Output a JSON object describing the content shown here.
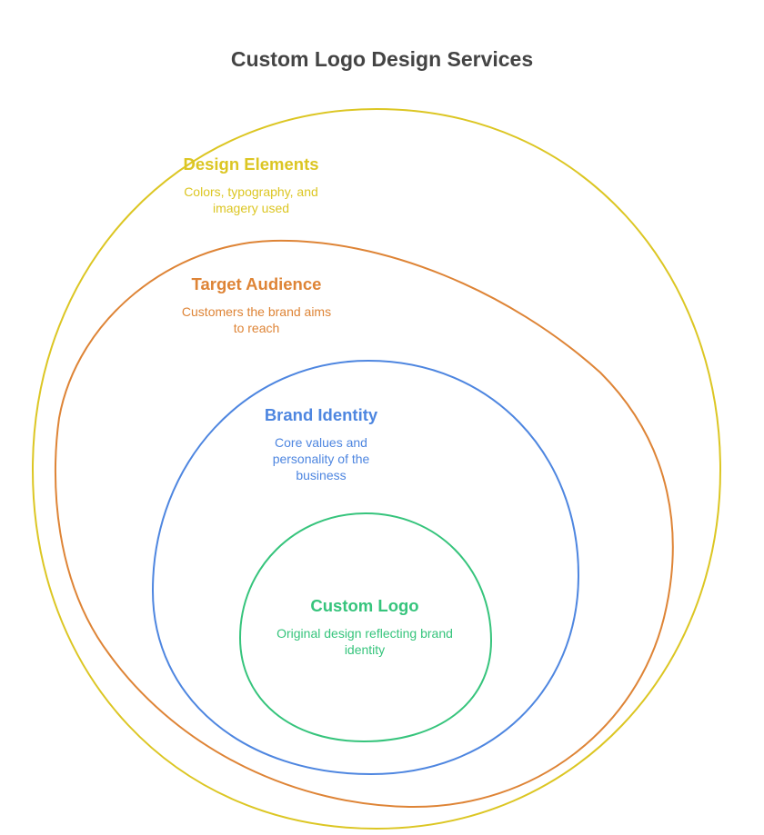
{
  "title": "Custom Logo Design Services",
  "layers": [
    {
      "id": "design-elements",
      "heading": "Design Elements",
      "desc": "Colors, typography, and imagery used",
      "color": "#dcc623"
    },
    {
      "id": "target-audience",
      "heading": "Target Audience",
      "desc": "Customers the brand aims to reach",
      "color": "#de8436"
    },
    {
      "id": "brand-identity",
      "heading": "Brand Identity",
      "desc": "Core values and personality of the business",
      "color": "#4e86e0"
    },
    {
      "id": "custom-logo",
      "heading": "Custom Logo",
      "desc": "Original design reflecting brand identity",
      "color": "#36c47c"
    }
  ]
}
